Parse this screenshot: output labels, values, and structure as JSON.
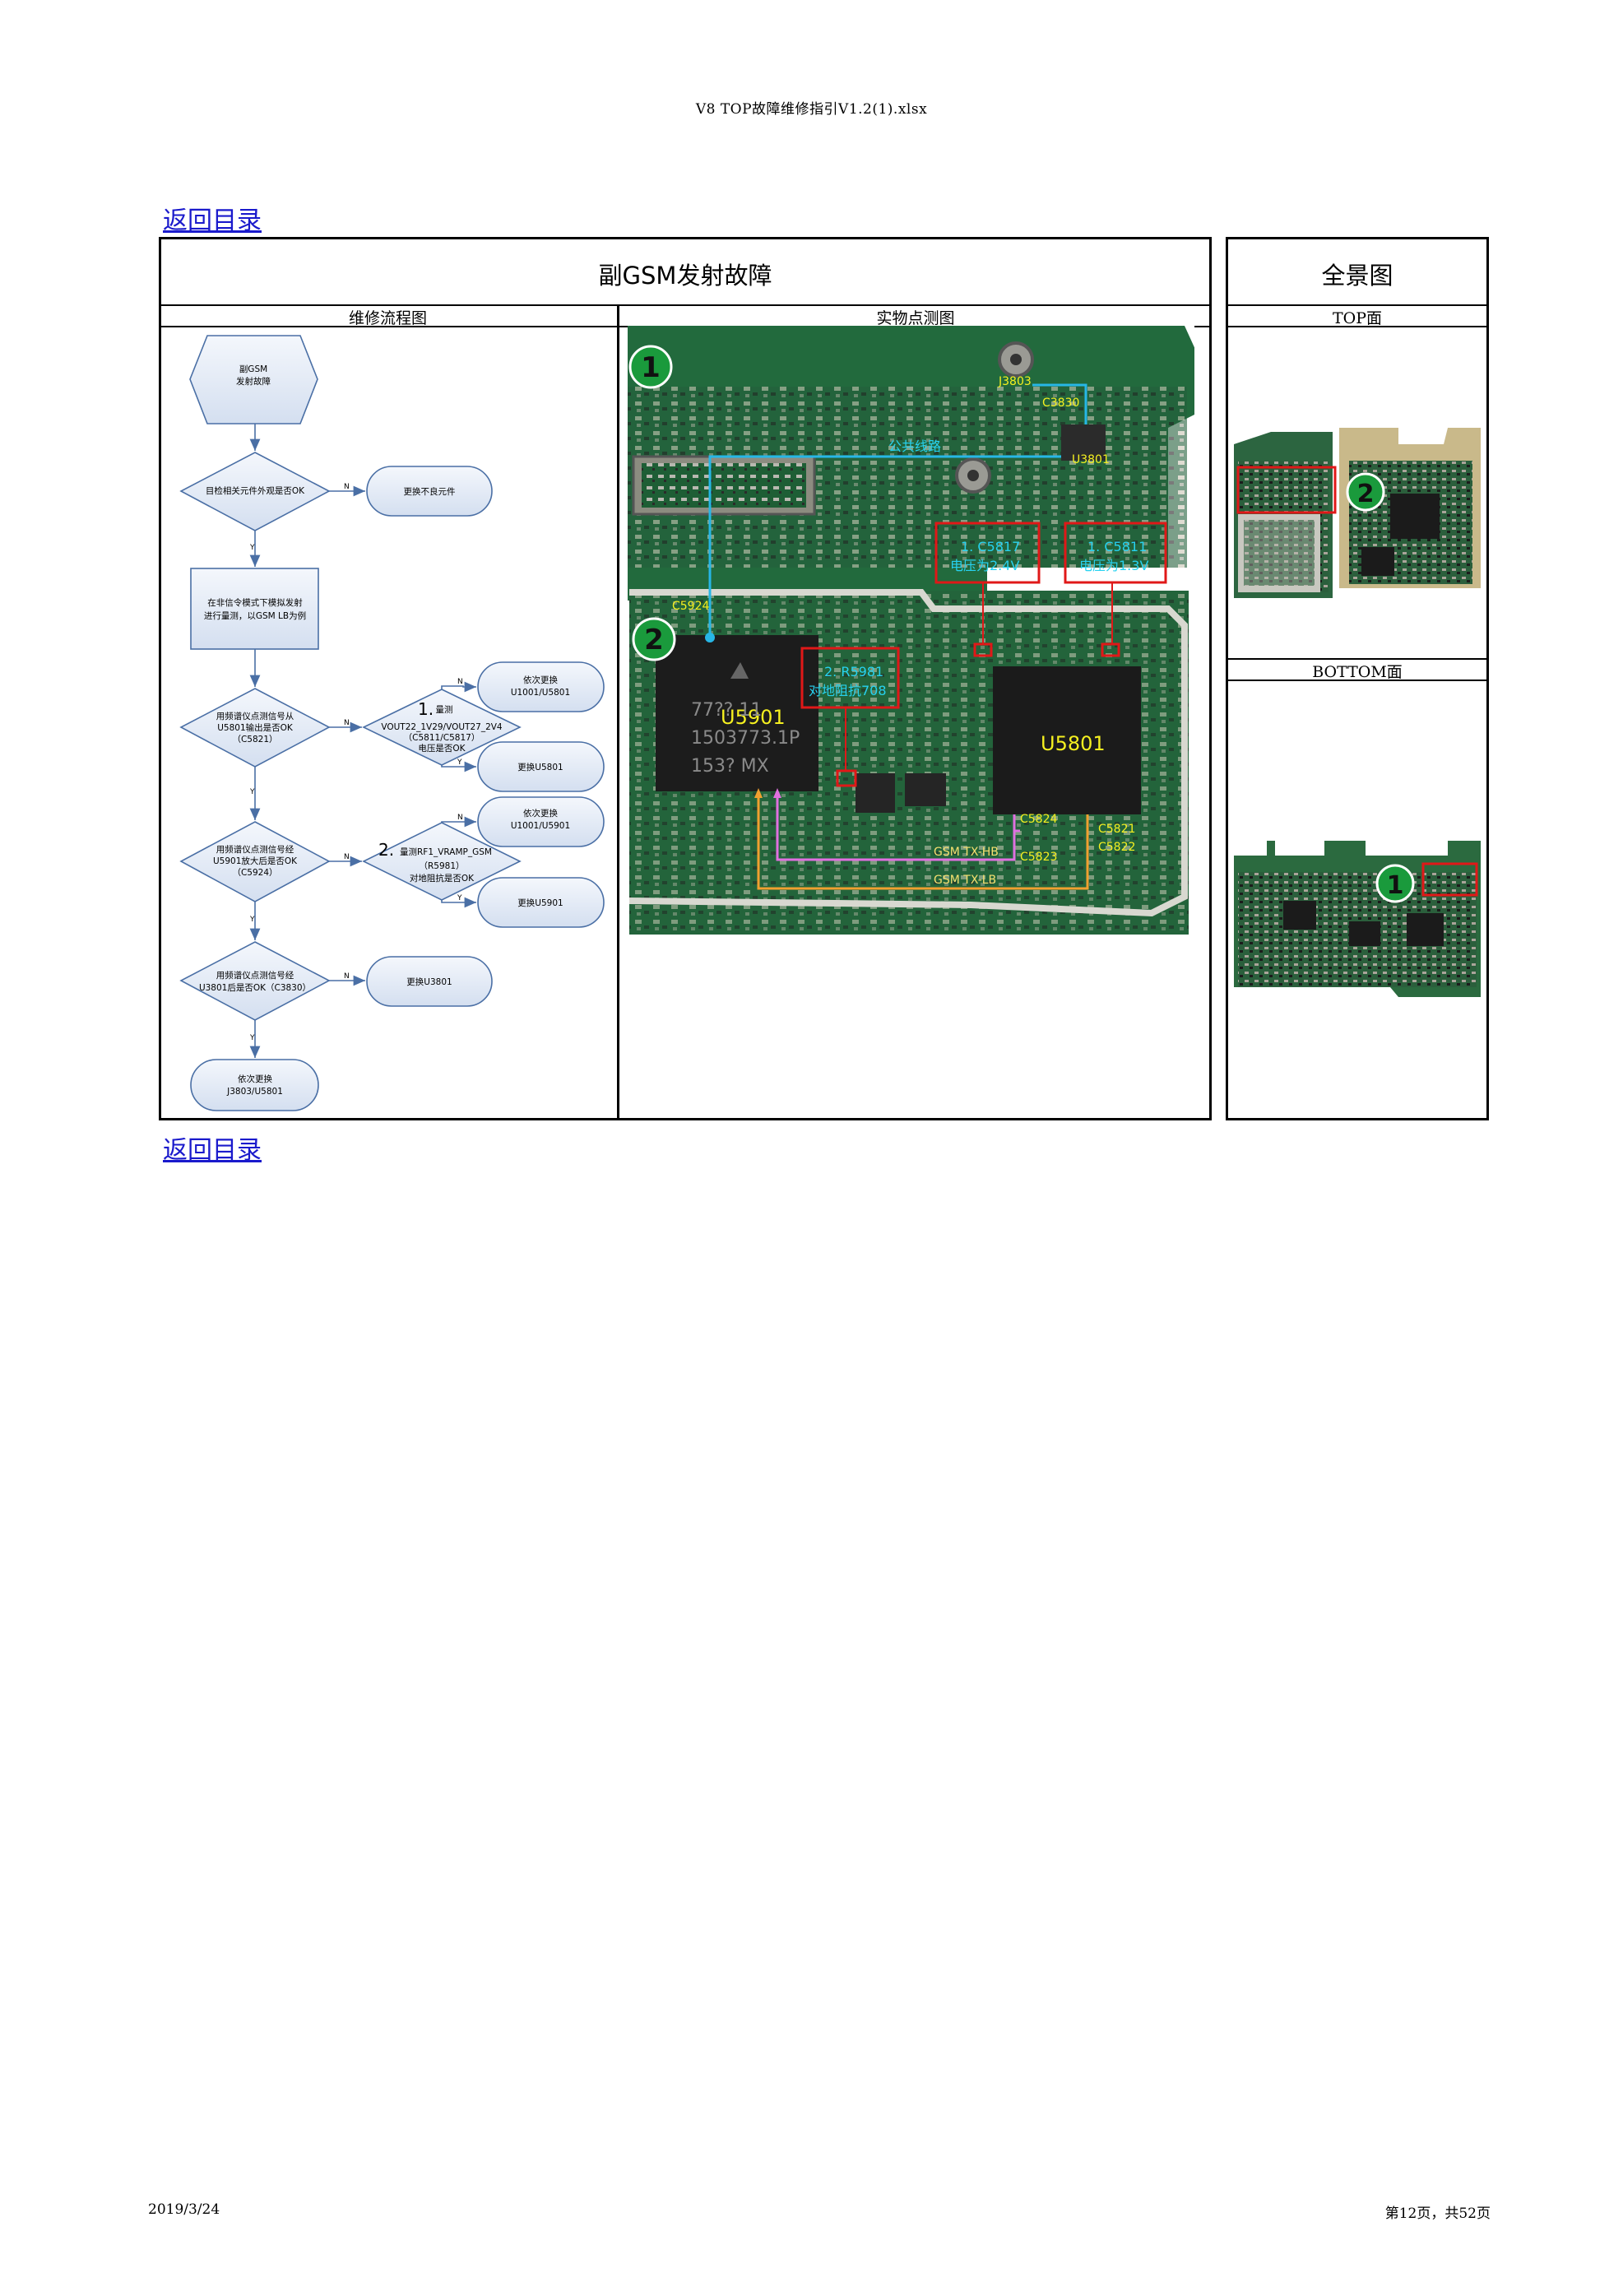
{
  "header": {
    "file_title": "V8 TOP故障维修指引V1.2(1).xlsx"
  },
  "links": {
    "back_top": "返回目录",
    "back_bottom": "返回目录"
  },
  "table": {
    "main_title": "副GSM发射故障",
    "overview_title": "全景图",
    "col_flow": "维修流程图",
    "col_photo": "实物点测图",
    "col_top": "TOP面",
    "col_bottom": "BOTTOM面"
  },
  "flowchart": {
    "start": [
      "副GSM",
      "发射故障"
    ],
    "d1": "目检相关元件外观是否OK",
    "r1": "更换不良元件",
    "p1": [
      "在非信令模式下模拟发射",
      "进行量测，以GSM LB为例"
    ],
    "d2": [
      "用频谱仪点测信号从",
      "U5801输出是否OK",
      "（C5821）"
    ],
    "d3_num": "1.",
    "d3": [
      "量测",
      "VOUT22_1V29/VOUT27_2V4",
      "（C5811/C5817）",
      "电压是否OK"
    ],
    "r3a": [
      "依次更换",
      "U1001/U5801"
    ],
    "r3b": "更换U5801",
    "d4": [
      "用频谱仪点测信号经",
      "U5901放大后是否OK",
      "（C5924）"
    ],
    "d5_num": "2.",
    "d5": [
      "量测RF1_VRAMP_GSM",
      "（R5981）",
      "对地阻抗是否OK"
    ],
    "r5a": [
      "依次更换",
      "U1001/U5901"
    ],
    "r5b": "更换U5901",
    "d6": [
      "用频谱仪点测信号经",
      "U3801后是否OK（C3830）"
    ],
    "r6": "更换U3801",
    "end": [
      "依次更换",
      "J3803/U5801"
    ],
    "yes": "Y",
    "no": "N"
  },
  "photo": {
    "marker1": "1",
    "marker2": "2",
    "J3803": "J3803",
    "C3830": "C3830",
    "U3801": "U3801",
    "shared_line": "公共线路",
    "C5817_box": [
      "1. C5817",
      "电压为2.4V"
    ],
    "C5811_box": [
      "1. C5811",
      "电压为1.3V"
    ],
    "C5924": "C5924",
    "R5981_box": [
      "2. R5981",
      "对地阻抗708"
    ],
    "U5901": "U5901",
    "U5801": "U5801",
    "chip_text": [
      "77?? 11",
      "1503773.1P",
      "153? MX"
    ],
    "C5824": "C5824",
    "C5823": "C5823",
    "C5821": "C5821",
    "C5822": "C5822",
    "gsm_hb": "GSM TX-HB",
    "gsm_lb": "GSM TX-LB"
  },
  "overview": {
    "top_marker": "2",
    "bottom_marker": "1"
  },
  "footer": {
    "date": "2019/3/24",
    "page": "第12页，共52页"
  },
  "colors": {
    "pcb": "#1f6b3a",
    "marker": "#1a9a3c",
    "highlight": "#e01818",
    "cyan": "#27b7e6",
    "pink": "#e070e0",
    "orange": "#f0a030"
  }
}
